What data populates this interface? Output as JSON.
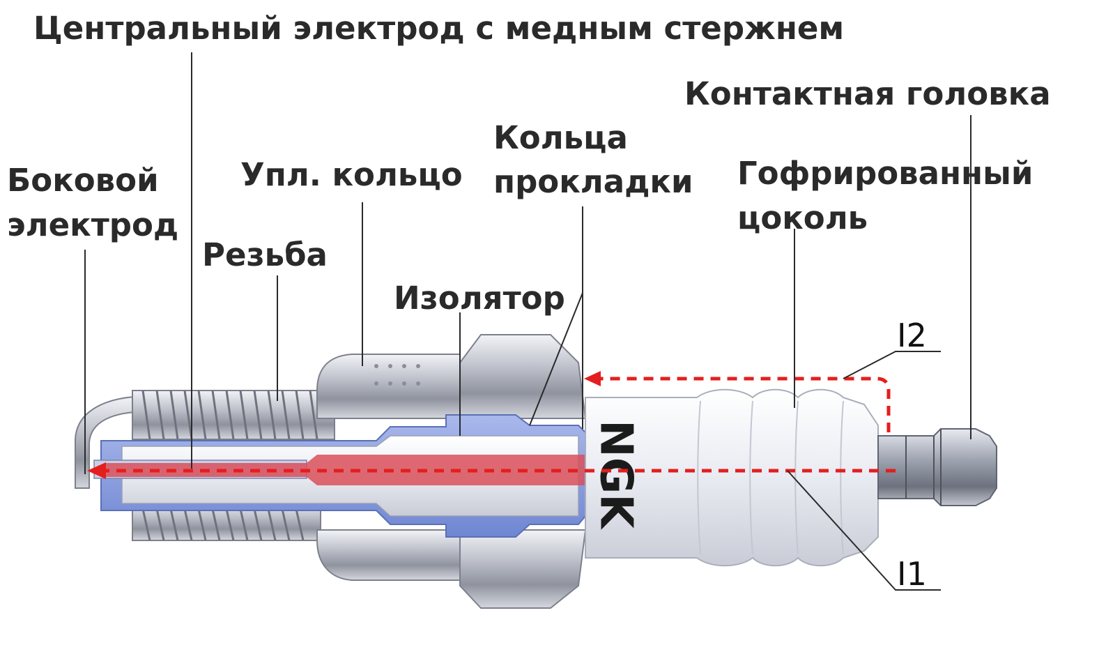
{
  "labels": {
    "central_electrode": "Центральный электрод с медным стержнем",
    "contact_head": "Контактная головка",
    "side_electrode_1": "Боковой",
    "side_electrode_2": "электрод",
    "seal_ring": "Упл. кольцо",
    "gasket_rings_1": "Кольца",
    "gasket_rings_2": "прокладки",
    "corrugated_base_1": "Гофрированный",
    "corrugated_base_2": "цоколь",
    "thread": "Резьба",
    "insulator": "Изолятор",
    "current_i2": "I2",
    "current_i1": "I1"
  },
  "brand": "NGK",
  "colors": {
    "current_path": "#e41e1e",
    "copper_core": "#d9505a",
    "metal_shell": "#b8bcc6",
    "insulator_ceramic": "#eef0f6",
    "cutaway_blue": "#8da2e0",
    "label_text": "#2a2a2a"
  }
}
